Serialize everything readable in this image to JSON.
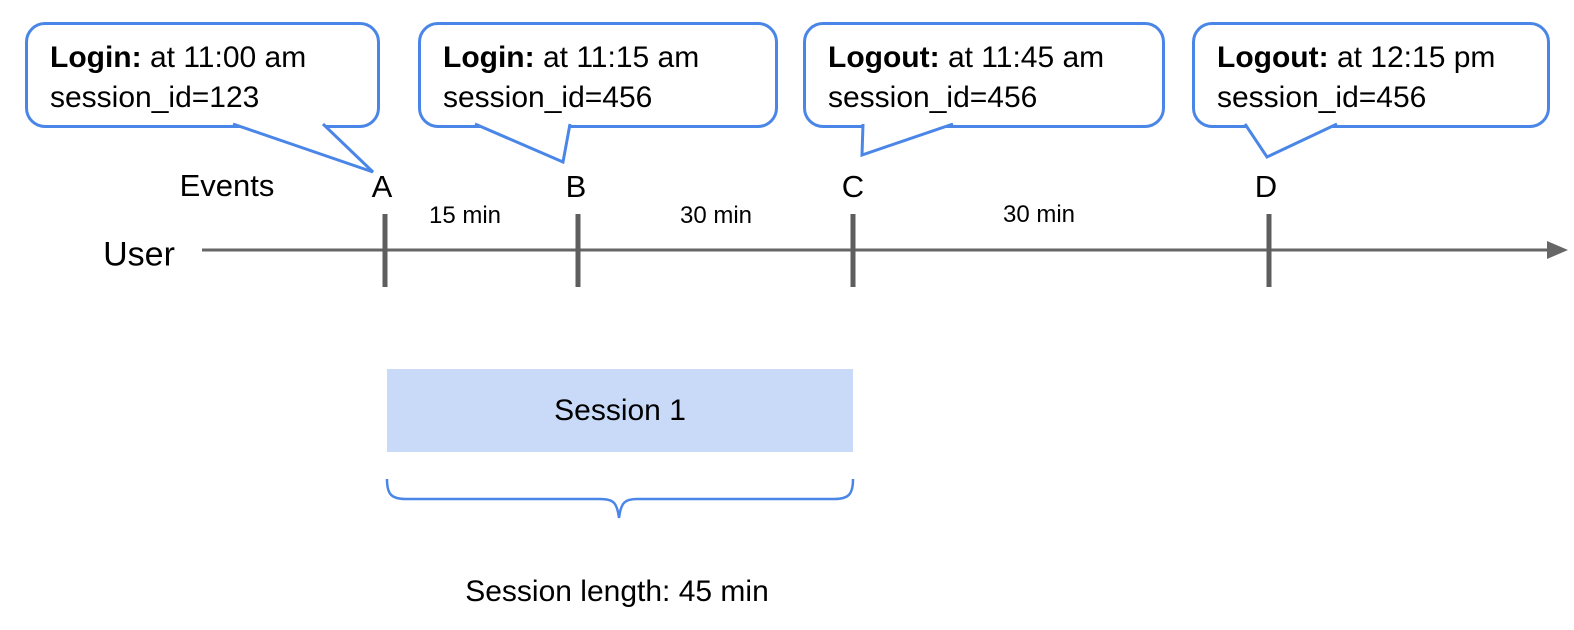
{
  "colors": {
    "accent_blue": "#4a86e8",
    "session_fill": "#c9daf8",
    "timeline_gray": "#666666",
    "text": "#000000"
  },
  "bubbles": [
    {
      "event": "A",
      "title": "Login:",
      "time": "at 11:00 am",
      "session": "session_id=123"
    },
    {
      "event": "B",
      "title": "Login:",
      "time": "at 11:15 am",
      "session": "session_id=456"
    },
    {
      "event": "C",
      "title": "Logout:",
      "time": "at 11:45 am",
      "session": "session_id=456"
    },
    {
      "event": "D",
      "title": "Logout:",
      "time": "at 12:15 pm",
      "session": "session_id=456"
    }
  ],
  "timeline": {
    "actor_label": "User",
    "events_label": "Events",
    "event_letters": [
      "A",
      "B",
      "C",
      "D"
    ],
    "intervals": [
      {
        "label": "15 min"
      },
      {
        "label": "30 min"
      },
      {
        "label": "30 min"
      }
    ]
  },
  "session_block": {
    "label": "Session 1"
  },
  "caption": {
    "text": "Session length: 45 min"
  }
}
